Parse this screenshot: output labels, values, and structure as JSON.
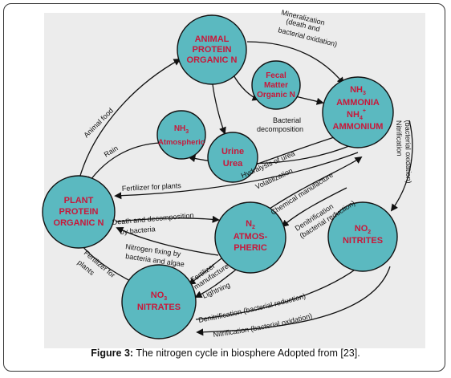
{
  "caption": {
    "prefix": "Figure 3:",
    "text": " The nitrogen cycle in biosphere Adopted from [23]."
  },
  "colors": {
    "node_fill": "#5bb9c0",
    "node_text": "#c8183a",
    "panel": "#ececec"
  },
  "nodes": {
    "animal": [
      "ANIMAL",
      "PROTEIN",
      "ORGANIC N"
    ],
    "fecal": [
      "Fecal",
      "Matter",
      "Organic N"
    ],
    "ammonia": {
      "l1": "NH",
      "l1s": "3",
      "l2": "AMMONIA",
      "l3": "NH",
      "l3s": "4",
      "l3sup": "+",
      "l4": "AMMONIUM"
    },
    "atmo_nh3": {
      "l1": "NH",
      "l1s": "3",
      "l2": "Atmospheric"
    },
    "urine": [
      "Urine",
      "Urea"
    ],
    "plant": [
      "PLANT",
      "PROTEIN",
      "ORGANIC N"
    ],
    "n2": {
      "l1": "N",
      "l1s": "2",
      "l2": "ATMOS-",
      "l3": "PHERIC"
    },
    "no2": {
      "l1": "NO",
      "l1s": "2",
      "l2": "NITRITES"
    },
    "no3": {
      "l1": "NO",
      "l1s": "3",
      "l2": "NITRATES"
    }
  },
  "labels": {
    "mineralization": [
      "Mineralization",
      "(death and",
      "bacterial oxidation)"
    ],
    "animal_food": "Animal food",
    "bacterial_decomposition": [
      "Bacterial",
      "decomposition"
    ],
    "rain": "Rain",
    "hydrolysis": "Hydralysis of urea",
    "volatilization": "Volatilization",
    "nitrification_top": [
      "Nitrification",
      "(bacterial oxidation)"
    ],
    "fertilizer_plants": "Fertilizer for plants",
    "chemical_manufacture": "Chemical manufacture",
    "denitrification_top": [
      "Denitrification",
      "(bacterial reduction)"
    ],
    "death_decomposition": [
      "Death and decomposition",
      "by bacteria"
    ],
    "nitrogen_fixing": [
      "Nitrogen fixing by",
      "bacteria and algae"
    ],
    "fertilizer_plants_left": [
      "Fertilizer for",
      "plants"
    ],
    "fertilizer_manufacture": [
      "Fertilizer",
      "manufacture"
    ],
    "lightning": "Lightning",
    "denitrification_bottom": "Denitrification (bacterial reduction)",
    "nitrification_bottom": "Nitrification (bacterial oxidation)"
  }
}
